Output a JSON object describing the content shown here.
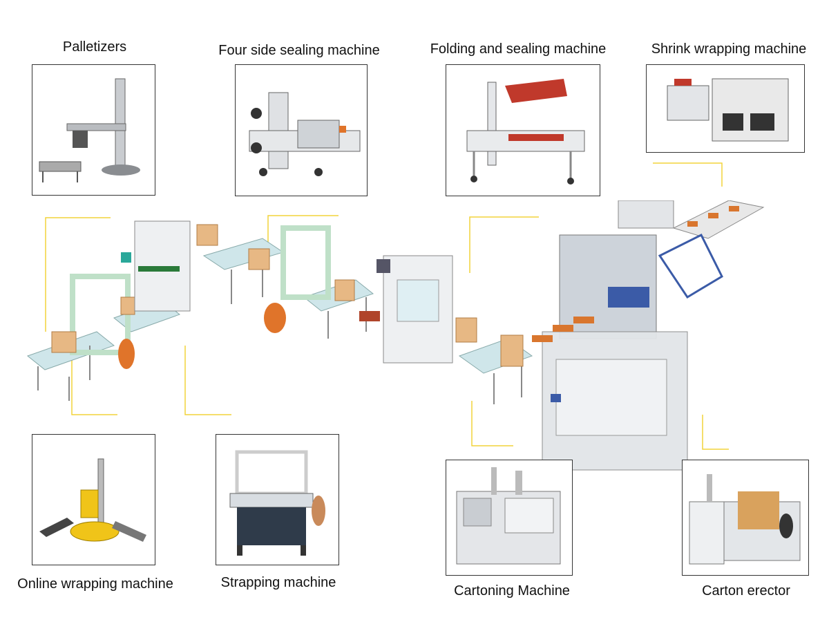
{
  "labels": {
    "palletizers": "Palletizers",
    "four_side": "Four side sealing machine",
    "folding_sealing": "Folding and sealing machine",
    "shrink_wrapping": "Shrink wrapping machine",
    "online_wrapping": "Online wrapping machine",
    "strapping": "Strapping machine",
    "cartoning": "Cartoning Machine",
    "carton_erector": "Carton erector"
  },
  "colors": {
    "connector": "#f2d43a",
    "frame": "#333333",
    "conveyor": "#cfe6ea",
    "machine_body": "#d9dde1",
    "carton": "#e7b884",
    "accent_orange": "#e0742a",
    "accent_red": "#c0392b",
    "accent_yellow": "#f0c419",
    "accent_green": "#9fd6b0",
    "accent_blue": "#3b5ba7"
  }
}
